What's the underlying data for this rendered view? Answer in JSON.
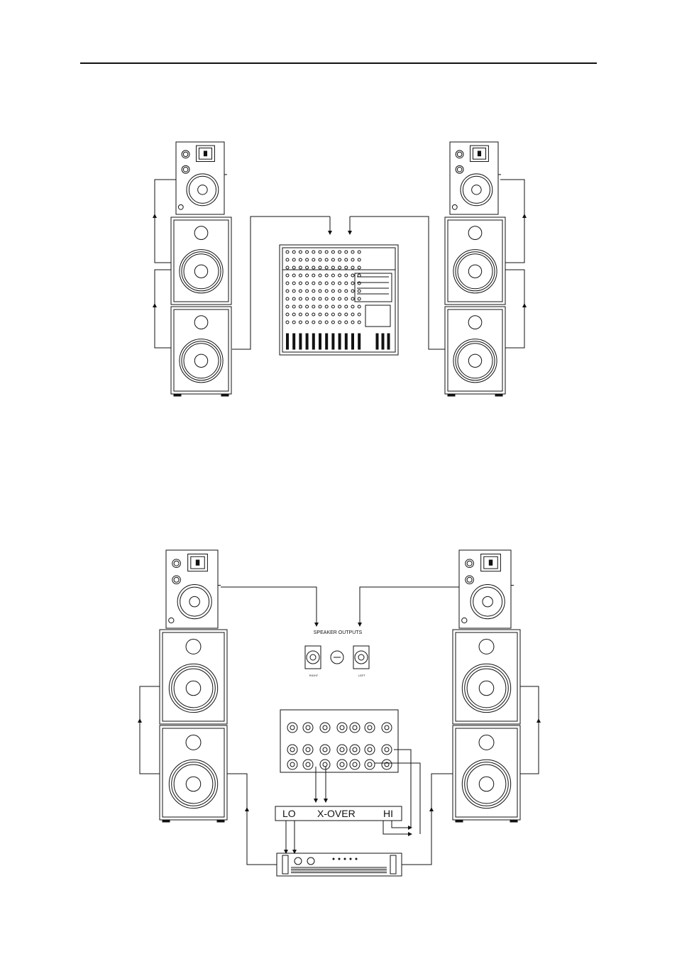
{
  "diagram_top": {
    "mixer": "powered-mixer-front-panel",
    "arrangement": "two-stacks-of-full-range-top-and-two-subwoofer-cabinets"
  },
  "diagram_bottom": {
    "speaker_outputs_title": "SPEAKER OUTPUTS",
    "right_label": "RIGHT",
    "left_label": "LEFT",
    "crossover_lo": "LO",
    "crossover_name": "X-OVER",
    "crossover_hi": "HI"
  },
  "colors": {
    "ink": "#111111",
    "paper": "#ffffff",
    "horn_mark": "#111111"
  }
}
